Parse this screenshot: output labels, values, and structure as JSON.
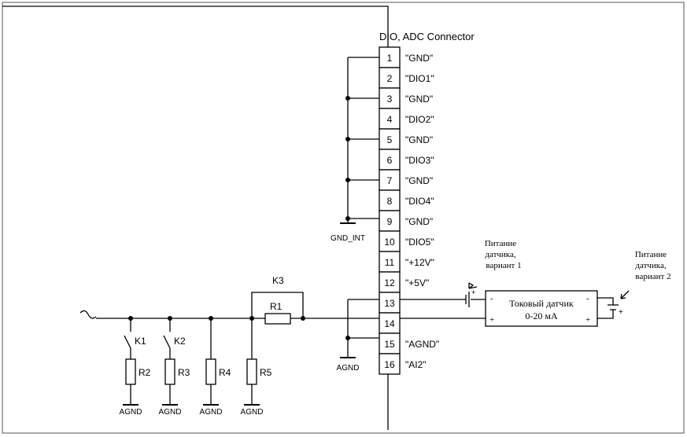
{
  "connector": {
    "title": "DIO, ADC Connector",
    "pins": [
      {
        "num": "1",
        "label": "\"GND\""
      },
      {
        "num": "2",
        "label": "\"DIO1\""
      },
      {
        "num": "3",
        "label": "\"GND\""
      },
      {
        "num": "4",
        "label": "\"DIO2\""
      },
      {
        "num": "5",
        "label": "\"GND\""
      },
      {
        "num": "6",
        "label": "\"DIO3\""
      },
      {
        "num": "7",
        "label": "\"GND\""
      },
      {
        "num": "8",
        "label": "\"DIO4\""
      },
      {
        "num": "9",
        "label": "\"GND\""
      },
      {
        "num": "10",
        "label": "\"DIO5\""
      },
      {
        "num": "11",
        "label": "\"+12V\""
      },
      {
        "num": "12",
        "label": "\"+5V\""
      },
      {
        "num": "13",
        "label": ""
      },
      {
        "num": "14",
        "label": ""
      },
      {
        "num": "15",
        "label": "\"AGND\""
      },
      {
        "num": "16",
        "label": "\"AI2\""
      }
    ]
  },
  "grounds": {
    "gnd_int": "GND_INT",
    "agnd": "AGND"
  },
  "components": {
    "k3": "K3",
    "r1": "R1",
    "k1": "K1",
    "k2": "K2",
    "r2": "R2",
    "r3": "R3",
    "r4": "R4",
    "r5": "R5"
  },
  "sensor": {
    "name_line1": "Токовый датчик",
    "name_line2": "0-20 мА",
    "minus": "-",
    "plus": "+",
    "supply1_line1": "Питание",
    "supply1_line2": "датчика,",
    "supply1_line3": "вариант 1",
    "supply2_line1": "Питание",
    "supply2_line2": "датчика,",
    "supply2_line3": "вариант 2"
  }
}
